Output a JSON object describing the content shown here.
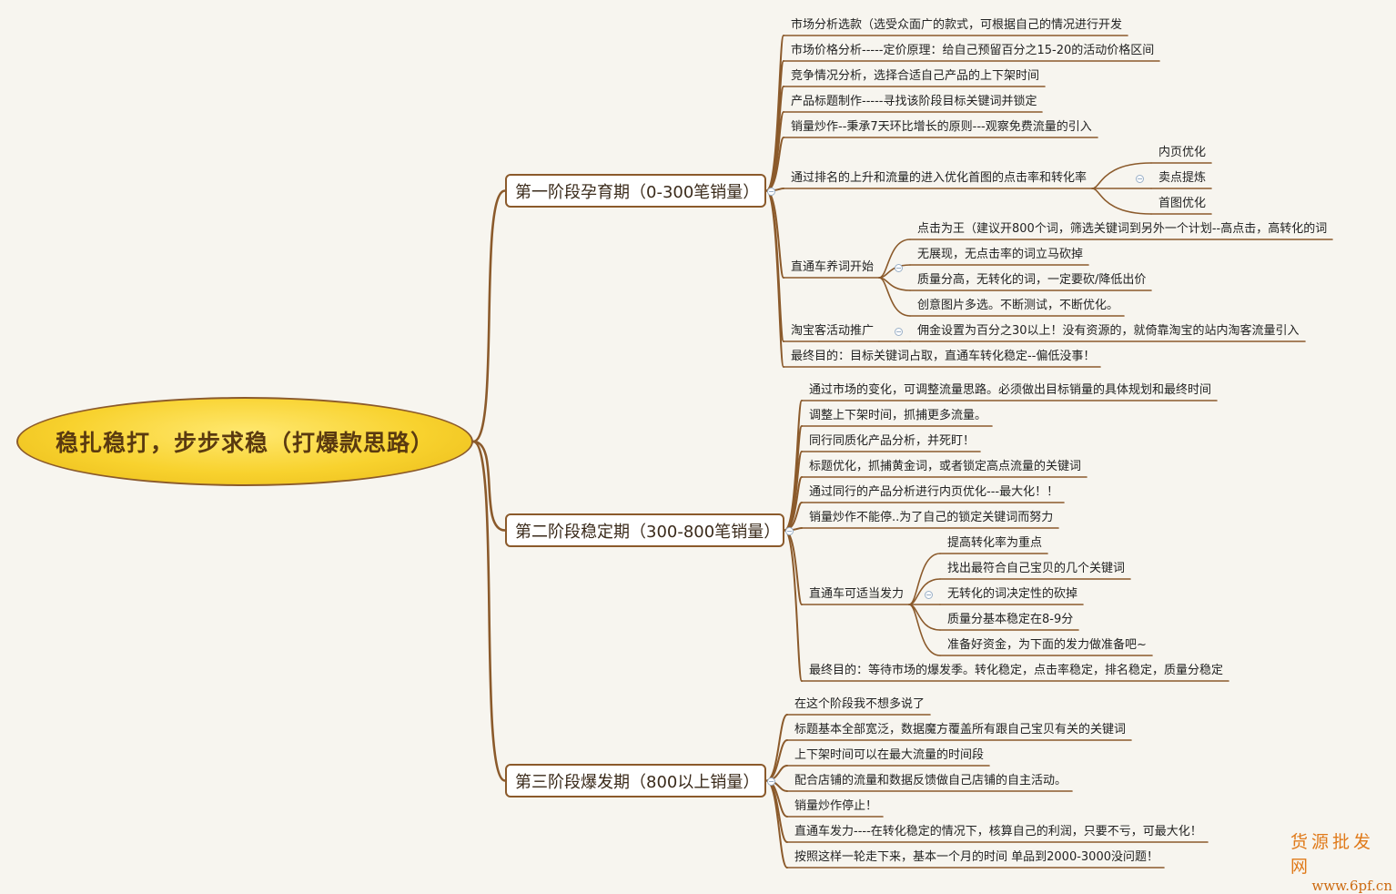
{
  "root": {
    "title": "稳扎稳打，步步求稳（打爆款思路）"
  },
  "stages": [
    {
      "title": "第一阶段孕育期（0-300笔销量）",
      "items": [
        {
          "text": "市场分析选款（选受众面广的款式，可根据自己的情况进行开发"
        },
        {
          "text": "市场价格分析-----定价原理：给自己预留百分之15-20的活动价格区间"
        },
        {
          "text": "竞争情况分析，选择合适自己产品的上下架时间"
        },
        {
          "text": "产品标题制作-----寻找该阶段目标关键词并锁定"
        },
        {
          "text": "销量炒作--秉承7天环比增长的原则---观察免费流量的引入"
        },
        {
          "text": "通过排名的上升和流量的进入优化首图的点击率和转化率",
          "children": [
            "内页优化",
            "卖点提炼",
            "首图优化"
          ]
        },
        {
          "text": "直通车养词开始",
          "children": [
            "点击为王（建议开800个词，筛选关键词到另外一个计划--高点击，高转化的词",
            "无展现，无点击率的词立马砍掉",
            "质量分高，无转化的词，一定要砍/降低出价",
            "创意图片多选。不断测试，不断优化。"
          ]
        },
        {
          "text": "淘宝客活动推广",
          "children": [
            "佣金设置为百分之30以上！没有资源的，就倚靠淘宝的站内淘客流量引入"
          ]
        },
        {
          "text": "最终目的：目标关键词占取，直通车转化稳定--偏低没事！"
        }
      ]
    },
    {
      "title": "第二阶段稳定期（300-800笔销量）",
      "items": [
        {
          "text": "通过市场的变化，可调整流量思路。必须做出目标销量的具体规划和最终时间"
        },
        {
          "text": "调整上下架时间，抓捕更多流量。"
        },
        {
          "text": "同行同质化产品分析，并死盯！"
        },
        {
          "text": "标题优化，抓捕黄金词，或者锁定高点流量的关键词"
        },
        {
          "text": "通过同行的产品分析进行内页优化---最大化！！"
        },
        {
          "text": "销量炒作不能停..为了自己的锁定关键词而努力"
        },
        {
          "text": "直通车可适当发力",
          "children": [
            "提高转化率为重点",
            "找出最符合自己宝贝的几个关键词",
            "无转化的词决定性的砍掉",
            "质量分基本稳定在8-9分",
            "准备好资金，为下面的发力做准备吧~"
          ]
        },
        {
          "text": "最终目的：等待市场的爆发季。转化稳定，点击率稳定，排名稳定，质量分稳定"
        }
      ]
    },
    {
      "title": "第三阶段爆发期（800以上销量）",
      "items": [
        {
          "text": "在这个阶段我不想多说了"
        },
        {
          "text": "标题基本全部宽泛，数据魔方覆盖所有跟自己宝贝有关的关键词"
        },
        {
          "text": "上下架时间可以在最大流量的时间段"
        },
        {
          "text": "配合店铺的流量和数据反馈做自己店铺的自主活动。"
        },
        {
          "text": "销量炒作停止！"
        },
        {
          "text": "直通车发力----在转化稳定的情况下，核算自己的利润，只要不亏，可最大化！"
        },
        {
          "text": "按照这样一轮走下来，基本一个月的时间 单品到2000-3000没问题！"
        }
      ]
    }
  ],
  "watermark": {
    "text": "货源批发网",
    "url": "www.6pf.cn"
  },
  "colors": {
    "branch": "#8b5a2b",
    "background": "#f7f5ef",
    "root_fill": "#f8d22e"
  }
}
